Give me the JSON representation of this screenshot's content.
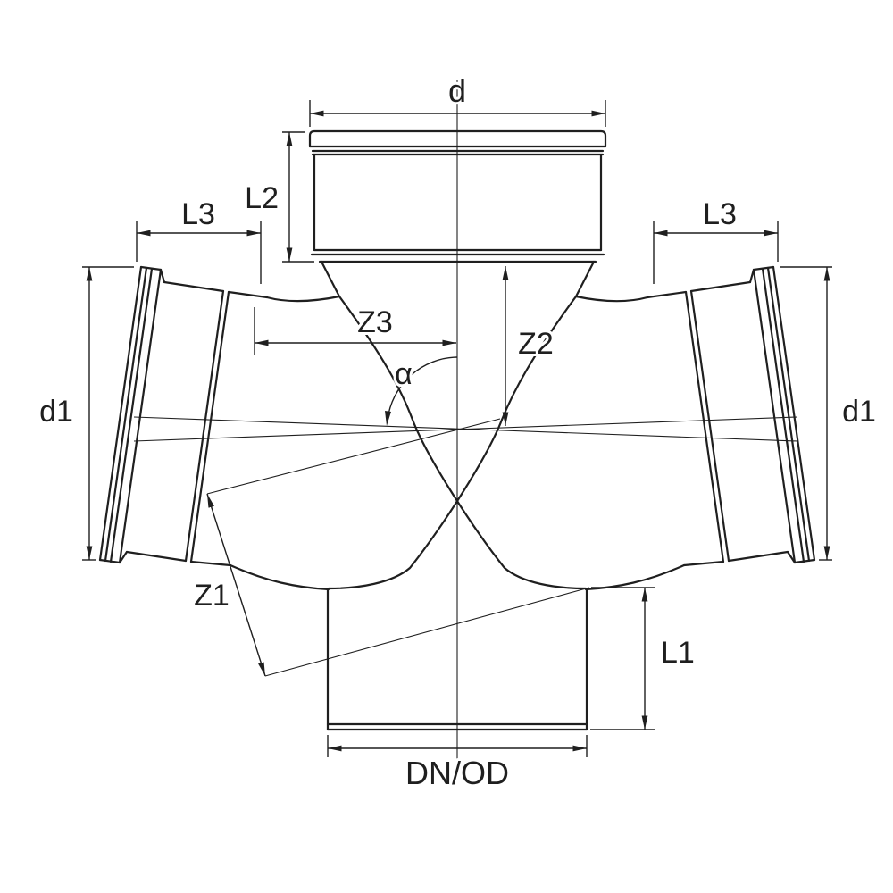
{
  "drawing": {
    "background": "#ffffff",
    "line_color": "#1f1f1f",
    "labels": {
      "d": "d",
      "L2": "L2",
      "L3_left": "L3",
      "L3_right": "L3",
      "d1_left": "d1",
      "d1_right": "d1",
      "Z3": "Z3",
      "Z2": "Z2",
      "alpha": "α",
      "Z1": "Z1",
      "L1": "L1",
      "DN_OD": "DN/OD"
    }
  }
}
